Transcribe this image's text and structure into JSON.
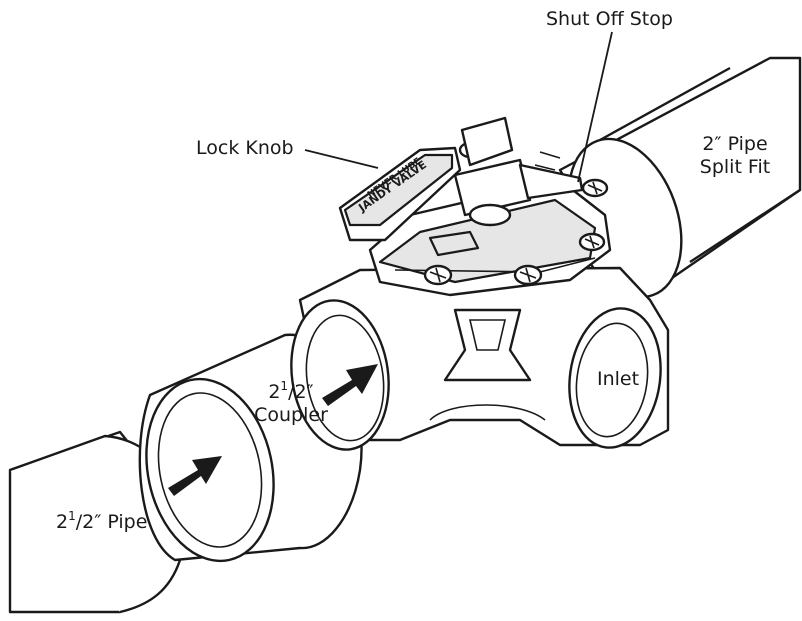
{
  "labels": {
    "shut_off_stop": "Shut Off Stop",
    "lock_knob": "Lock Knob",
    "two_inch_pipe_line1": "2″ Pipe",
    "two_inch_pipe_line2": "Split Fit",
    "coupler_whole": "2",
    "coupler_num": "1",
    "coupler_den": "/2″",
    "coupler_word": "Coupler",
    "pipe_whole": "2",
    "pipe_num": "1",
    "pipe_den": "/2″ Pipe",
    "inlet": "Inlet"
  },
  "valve_text": {
    "brand_line1": "NEVER LUBE",
    "brand_line2": "JANDY VALVE"
  },
  "icons": {
    "arrow_pipe": "arrow-right-icon",
    "arrow_coupler": "arrow-right-icon"
  },
  "colors": {
    "line": "#1a1a1a",
    "fill": "#ffffff",
    "shade": "#e6e6e6"
  }
}
